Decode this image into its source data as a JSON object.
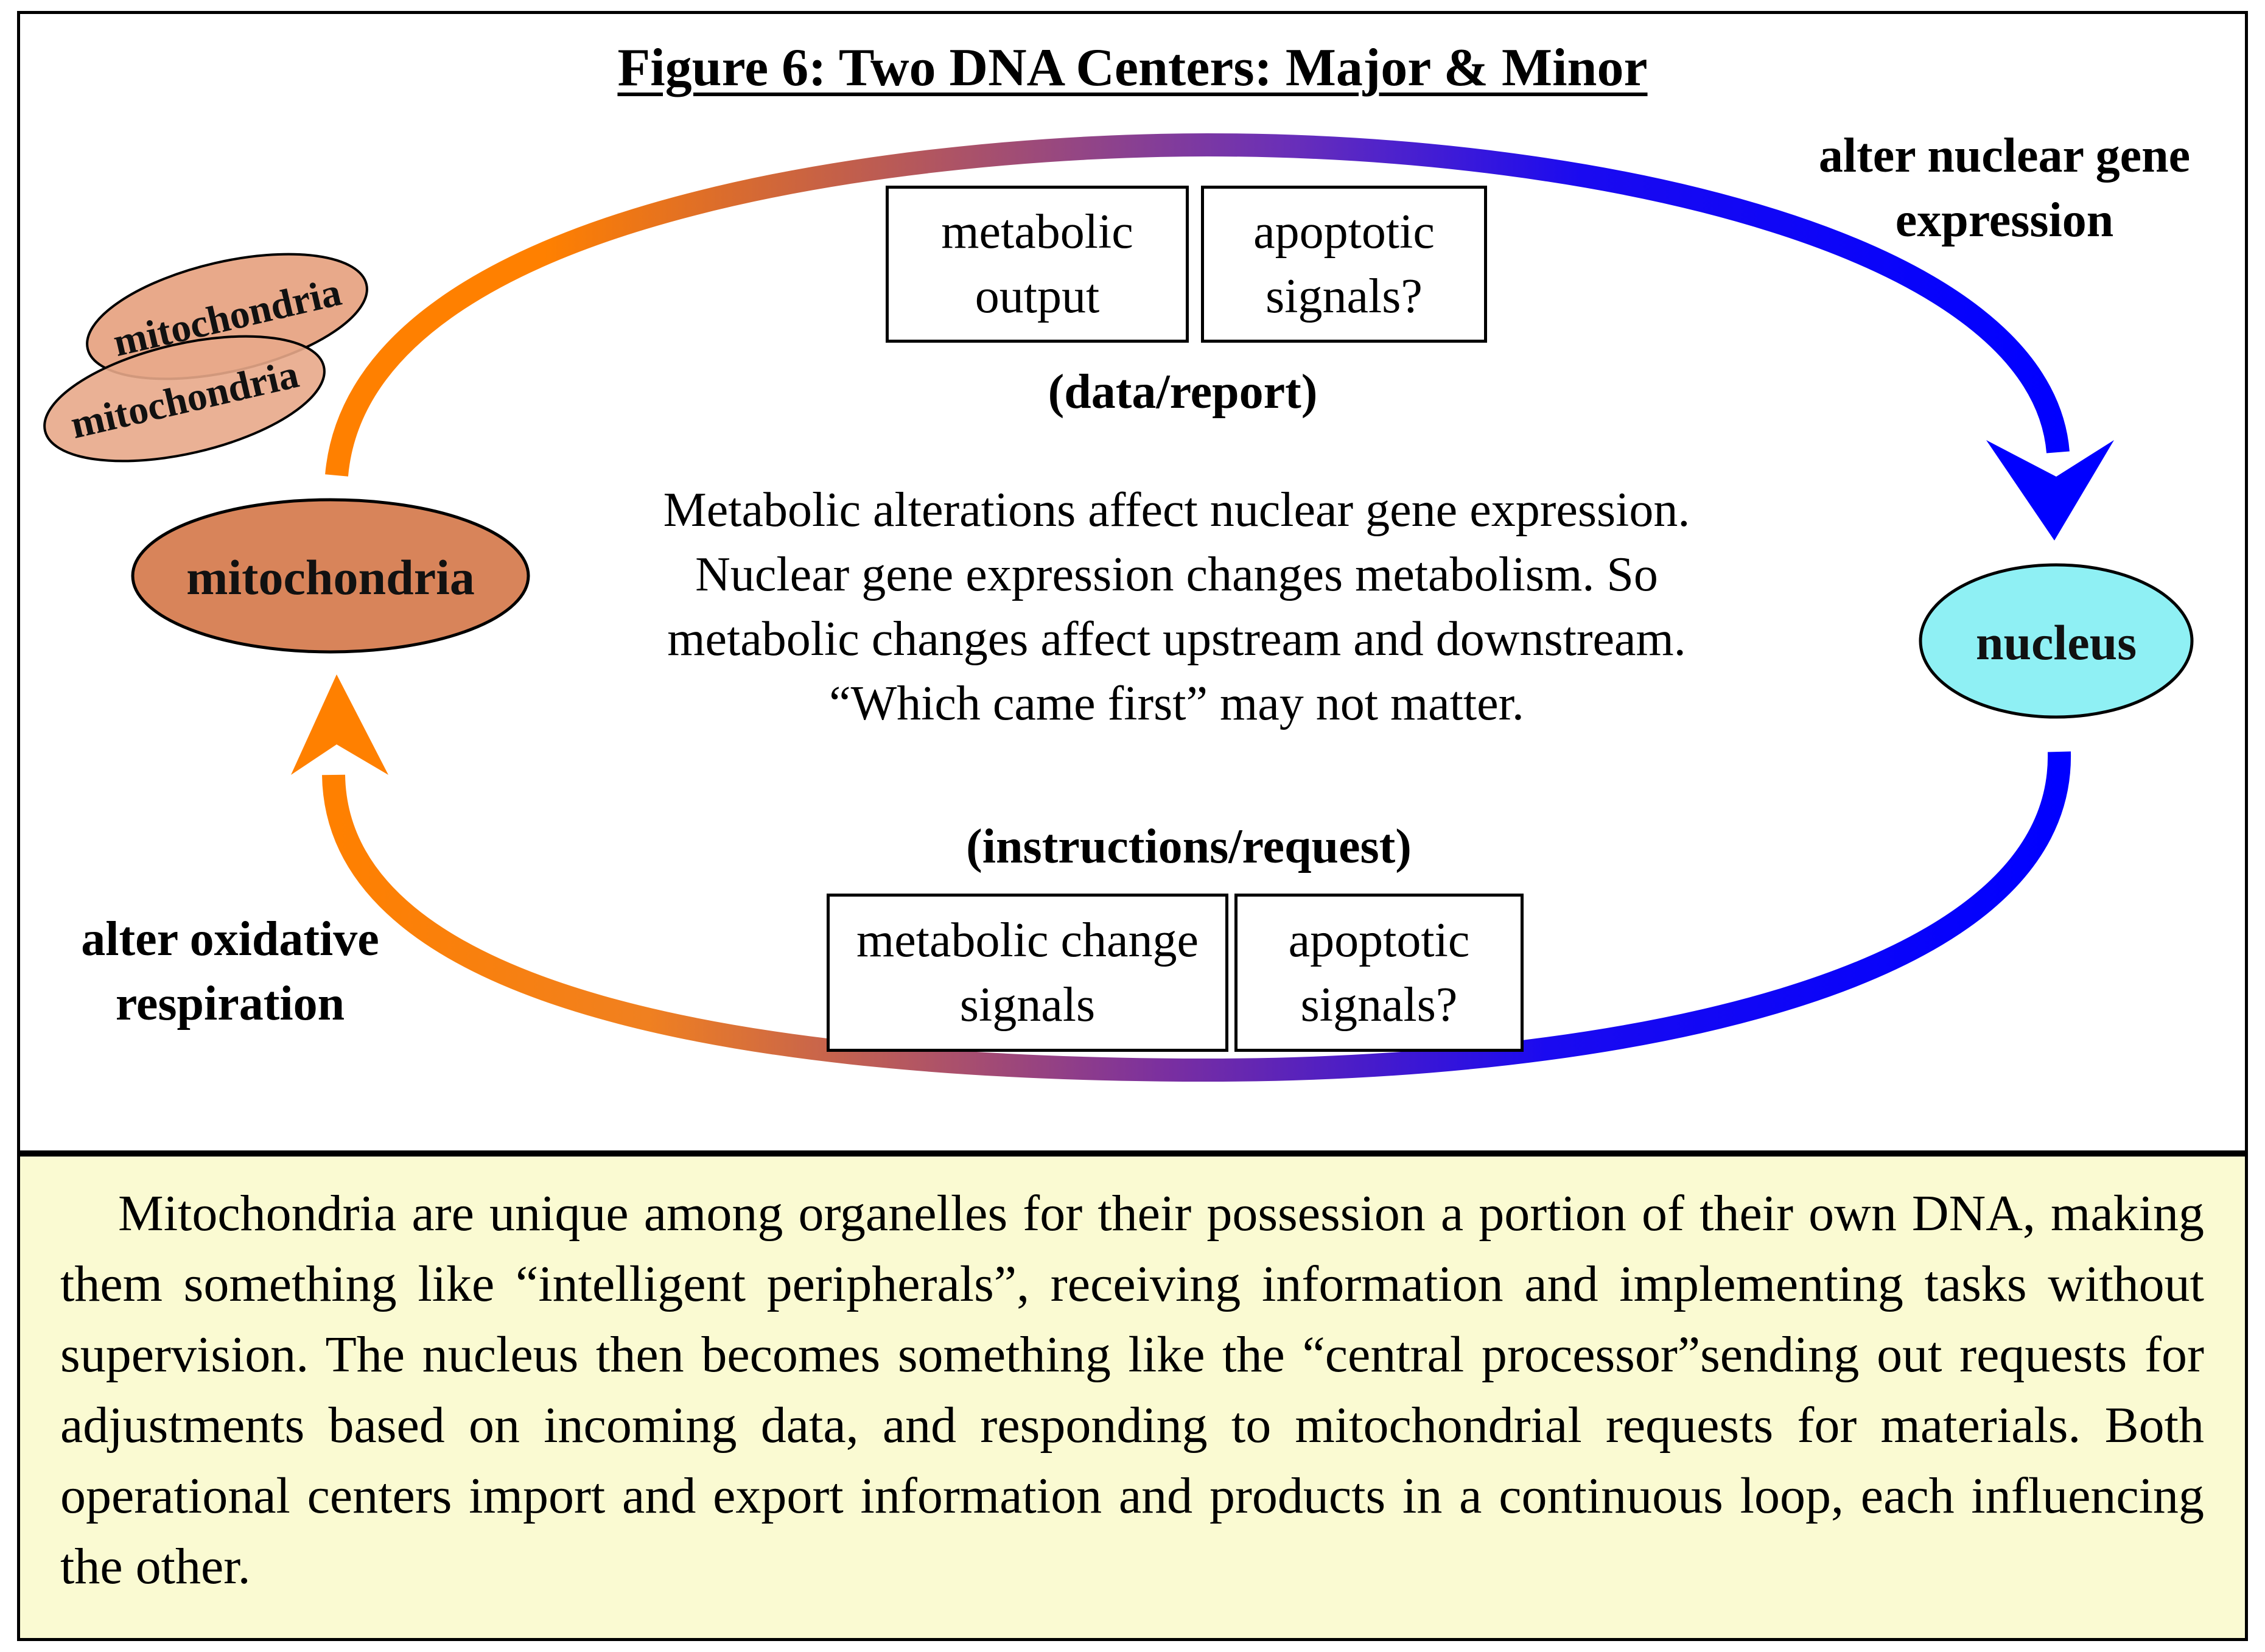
{
  "figure": {
    "title": "Figure 6: Two DNA Centers: Major & Minor",
    "nodes": {
      "mitochondria_main": "mitochondria",
      "mitochondria_small_1": "mitochondria",
      "mitochondria_small_2": "mitochondria",
      "nucleus": "nucleus"
    },
    "top_arc": {
      "boxes": [
        {
          "line1": "metabolic",
          "line2": "output"
        },
        {
          "line1": "apoptotic",
          "line2": "signals?"
        }
      ],
      "label": "(data/report)",
      "side_label": {
        "line1": "alter nuclear gene",
        "line2": "expression"
      }
    },
    "bottom_arc": {
      "label": "(instructions/request)",
      "boxes": [
        {
          "line1": "metabolic change",
          "line2": "signals"
        },
        {
          "line1": "apoptotic",
          "line2": "signals?"
        }
      ],
      "side_label": {
        "line1": "alter oxidative",
        "line2": "respiration"
      }
    },
    "center_text": [
      "Metabolic alterations affect nuclear gene expression.",
      "Nuclear gene expression changes metabolism. So",
      "metabolic changes affect upstream and downstream.",
      "“Which came first” may not matter."
    ],
    "colors": {
      "mitochondria_fill": "#d8845a",
      "mitochondria_small_fill": "#e8a98a",
      "nucleus_fill": "#8ff0f4",
      "arc_orange": "#ff8000",
      "arc_blue": "#0000ff",
      "caption_background": "#fafad2"
    }
  },
  "caption": {
    "text": "Mitochondria are unique among organelles for their possession a portion of their own DNA, making them something like “intelligent peripherals”, receiving information and implementing tasks without supervision. The nucleus then becomes something like the “central processor”sending out requests for adjustments based on incoming data, and responding to mitochondrial requests for materials. Both operational centers import and export information and products in a continuous loop, each influencing the other."
  }
}
